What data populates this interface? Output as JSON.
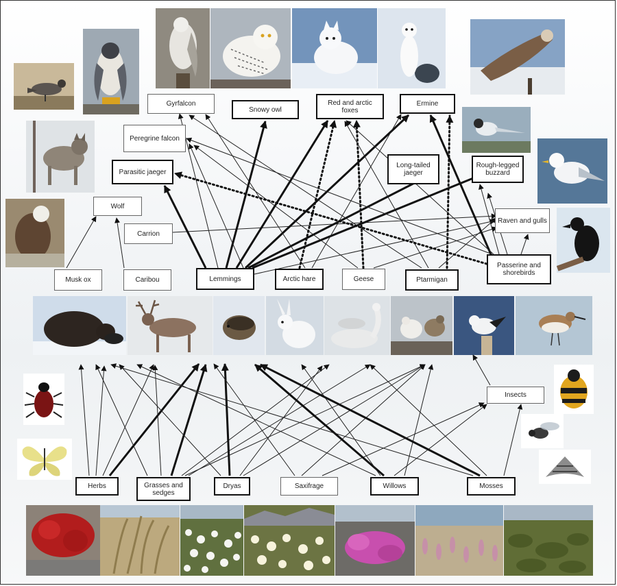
{
  "nodes": {
    "gyrfalcon": "Gyrfalcon",
    "snowy_owl": "Snowy owl",
    "foxes": "Red and arctic foxes",
    "ermine": "Ermine",
    "peregrine": "Peregrine falcon",
    "parasitic_jaeger": "Parasitic jaeger",
    "long_tailed_jaeger": "Long-tailed jaeger",
    "rough_legged_buzzard": "Rough-legged buzzard",
    "wolf": "Wolf",
    "carrion": "Carrion",
    "raven_gulls": "Raven and gulls",
    "passerine": "Passerine and shorebirds",
    "musk_ox": "Musk ox",
    "caribou": "Caribou",
    "lemmings": "Lemmings",
    "arctic_hare": "Arctic hare",
    "geese": "Geese",
    "ptarmigan": "Ptarmigan",
    "insects": "Insects",
    "herbs": "Herbs",
    "grasses": "Grasses and sedges",
    "dryas": "Dryas",
    "saxifrage": "Saxifrage",
    "willows": "Willows",
    "mosses": "Mosses"
  },
  "colors": {
    "strong_link": "#111111",
    "weak_link": "#222222"
  }
}
